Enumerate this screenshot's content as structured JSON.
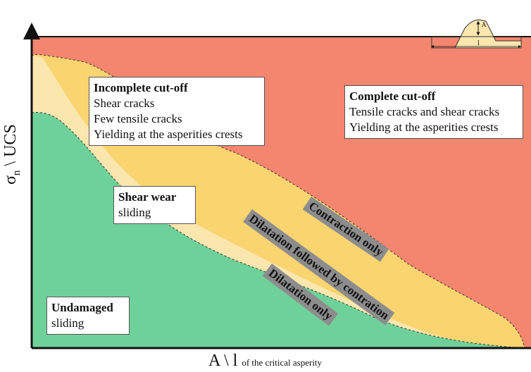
{
  "colors": {
    "complete_region": "#F4856E",
    "transition_region": "#F9D46F",
    "light_band": "#FBE6AE",
    "undamaged_region": "#6FD19A",
    "axis": "#111111"
  },
  "axes": {
    "y_label_symbol": "σ",
    "y_label_sub": "n",
    "y_label_rest": " \\ UCS",
    "x_label": "A \\ l",
    "x_label_suffix": "of the critical asperity"
  },
  "inset": {
    "height_label": "A",
    "length_label": "l"
  },
  "regions": {
    "incomplete": {
      "title": "Incomplete cut-off",
      "lines": [
        "Shear cracks",
        "Few tensile cracks",
        "Yielding at the asperities crests"
      ]
    },
    "complete": {
      "title": "Complete cut-off",
      "lines": [
        "Tensile cracks and shear cracks",
        "Yielding at the asperities crests"
      ]
    },
    "shear_wear": {
      "title": "Shear wear",
      "lines": [
        "sliding"
      ]
    },
    "undamaged": {
      "title": "Undamaged",
      "lines": [
        "sliding"
      ]
    }
  },
  "tags": {
    "contraction": "Contraction only",
    "dilatation_contraction": "Dilatation followed by contration",
    "dilatation": "Dilatation only"
  }
}
